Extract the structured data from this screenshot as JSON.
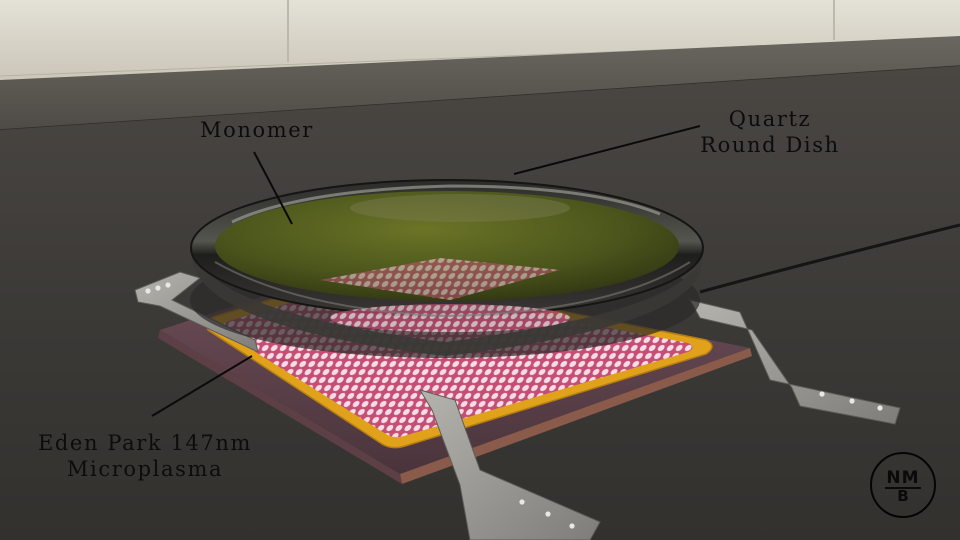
{
  "labels": {
    "monomer": "Monomer",
    "quartz_line1": "Quartz",
    "quartz_line2": "Round Dish",
    "eden_line1": "Eden Park 147nm",
    "eden_line2": "Microplasma"
  },
  "logo": {
    "top": "NM",
    "bottom": "B"
  },
  "colors": {
    "wall": "#ddd9cd",
    "table": "#3d3b38",
    "gold_border": "#e0a21a",
    "plasma_grid": "#f2cde0",
    "liquid": "#4e5a1c",
    "metal_bracket": "#9a9894"
  }
}
